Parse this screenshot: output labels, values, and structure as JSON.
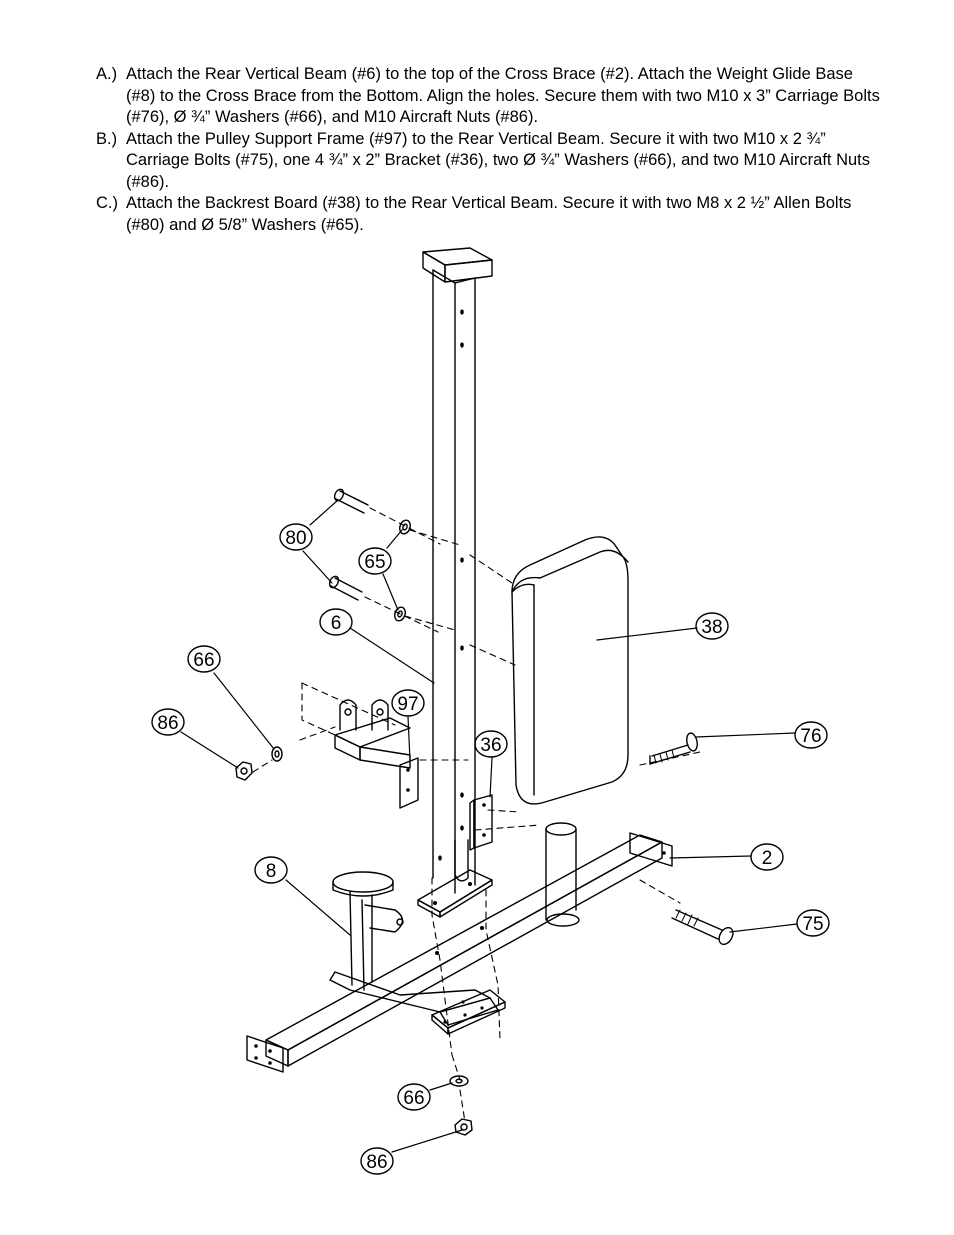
{
  "instructions": [
    {
      "letter": "A.)",
      "text": "Attach the Rear Vertical Beam (#6) to the top of the Cross Brace (#2). Attach the Weight Glide Base (#8) to the Cross Brace from the Bottom. Align the holes. Secure them with two M10 x 3” Carriage Bolts (#76), Ø ¾” Washers (#66), and M10 Aircraft Nuts (#86)."
    },
    {
      "letter": "B.)",
      "text": "Attach the Pulley Support Frame (#97) to the Rear Vertical Beam. Secure it with two M10 x 2 ¾” Carriage Bolts (#75), one 4 ¾” x 2” Bracket (#36), two Ø ¾” Washers (#66), and two M10 Aircraft Nuts (#86)."
    },
    {
      "letter": "C.)",
      "text": "Attach the Backrest Board (#38) to the Rear Vertical Beam.  Secure it with two M8 x 2 ½” Allen Bolts (#80) and Ø 5/8” Washers (#65)."
    }
  ],
  "callouts": {
    "c80": "80",
    "c65": "65",
    "c6": "6",
    "c38": "38",
    "c66a": "66",
    "c97": "97",
    "c86a": "86",
    "c76": "76",
    "c36": "36",
    "c2": "2",
    "c8": "8",
    "c75": "75",
    "c66b": "66",
    "c86b": "86"
  }
}
